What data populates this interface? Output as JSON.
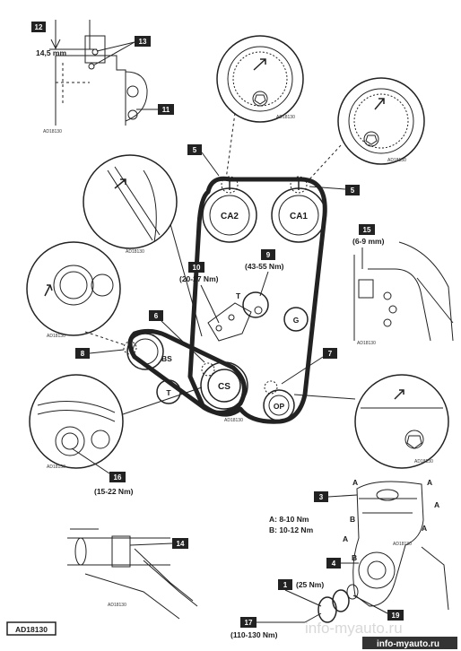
{
  "callouts": {
    "c1": "1",
    "c3": "3",
    "c4": "4",
    "c5a": "5",
    "c5b": "5",
    "c6": "6",
    "c7": "7",
    "c8": "8",
    "c9": "9",
    "c10": "10",
    "c11": "11",
    "c12": "12",
    "c13": "13",
    "c14": "14",
    "c15": "15",
    "c16": "16",
    "c17": "17",
    "c19": "19"
  },
  "values": {
    "v1": "(25  Nm)",
    "v9": "(43-55 Nm)",
    "v10": "(20-27 Nm)",
    "v12": "14,5 mm",
    "v15": "(6-9 mm)",
    "v16": "(15-22 Nm)",
    "v17": "(110-130 Nm)"
  },
  "torque_legend": {
    "a": "A: 8-10 Nm",
    "b": "B: 10-12 Nm"
  },
  "pulleys": {
    "ca2": "CA2",
    "ca1": "CA1",
    "t_upper": "T",
    "g": "G",
    "bs": "BS",
    "t_lower": "T",
    "cs": "CS",
    "op": "OP"
  },
  "cover_letters": {
    "a1": "A",
    "a2": "A",
    "a3": "A",
    "a4": "A",
    "a5": "A",
    "b1": "B",
    "b2": "B"
  },
  "ref_codes": {
    "r1": "AD18130",
    "r2": "AD18130",
    "r3": "AD18130",
    "r4": "AD18130",
    "r5": "AD18130",
    "r6": "AD18130",
    "r7": "AD18130",
    "r8": "AD18130",
    "r9": "AD18130",
    "r10": "AD18130",
    "r11": "AD18130"
  },
  "main_code": "AD18130",
  "watermark": {
    "top": "info-myauto.ru",
    "bottom": "info-myauto.ru"
  }
}
